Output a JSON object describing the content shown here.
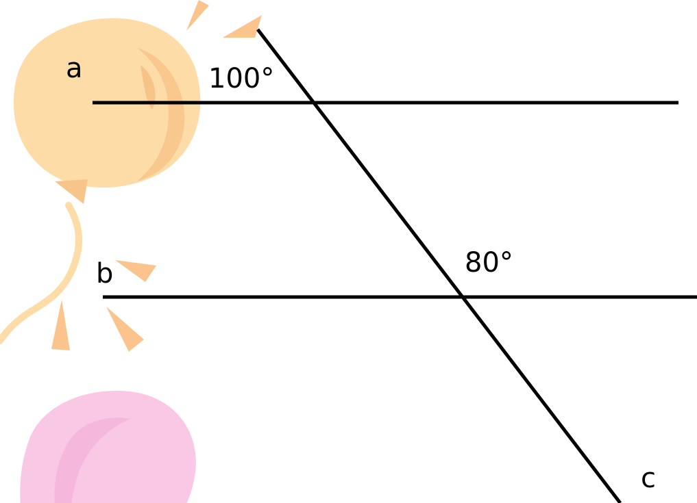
{
  "colors": {
    "line": "#000000",
    "balloon_orange": "#FDDCA8",
    "balloon_orange_dark": "#F7C489",
    "balloon_orange_rays": "#FBC48C",
    "balloon_pink": "#F9C8E4",
    "balloon_pink_dark": "#F4B3D8",
    "background": "#FFFFFF"
  },
  "diagram": {
    "lines": [
      {
        "name": "a",
        "label": "a"
      },
      {
        "name": "b",
        "label": "b"
      },
      {
        "name": "c",
        "label": "c"
      }
    ],
    "angles": [
      {
        "at": "a-c",
        "label": "100°"
      },
      {
        "at": "b-c",
        "label": "80°"
      }
    ]
  },
  "decorations": {
    "icons": [
      "orange-balloon-icon",
      "pink-balloon-icon"
    ]
  }
}
